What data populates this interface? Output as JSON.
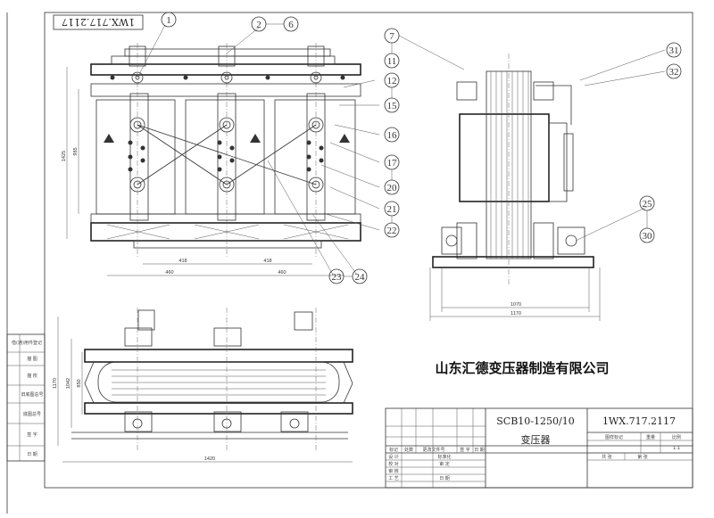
{
  "drawing_number_stamp": "1WX.717.2117",
  "company_name": "山东汇德变压器制造有限公司",
  "balloons": [
    "1",
    "2",
    "6",
    "7",
    "11",
    "12",
    "15",
    "16",
    "17",
    "20",
    "21",
    "22",
    "23",
    "24",
    "25",
    "30",
    "31",
    "32"
  ],
  "dimensions": {
    "front_top_inner": "418",
    "front_top_inner_2": "418",
    "front_bottom": "460",
    "front_bottom_2": "460",
    "front_height_outer": "1425",
    "front_height_inner": "985",
    "side_inner_width": "1070",
    "side_outer_width": "1170",
    "plan_width": "1420",
    "plan_depth_outer": "1170",
    "plan_depth_a": "1042",
    "plan_depth_b": "850"
  },
  "left_revision_table": [
    "借(通)用件登记",
    "描 图",
    "描 校",
    "旧底图总号",
    "底图总号",
    "签 字",
    "日 期"
  ],
  "title_block": {
    "model": "SCB10-1250/10",
    "drawing_no": "1WX.717.2117",
    "name": "变压器",
    "mark_label": "图样标记",
    "weight_label": "重量",
    "scale_label": "比例",
    "scale_value": "1:1",
    "sheets_total": "共 张",
    "sheet_no": "第 张",
    "rev_headers": [
      "标记",
      "处数",
      "更改文件号",
      "签 字",
      "日 期"
    ],
    "roles": [
      "设 计",
      "校 对",
      "审 核",
      "工 艺"
    ],
    "roles_right": [
      "标准化",
      "审 定",
      "日 期"
    ]
  }
}
